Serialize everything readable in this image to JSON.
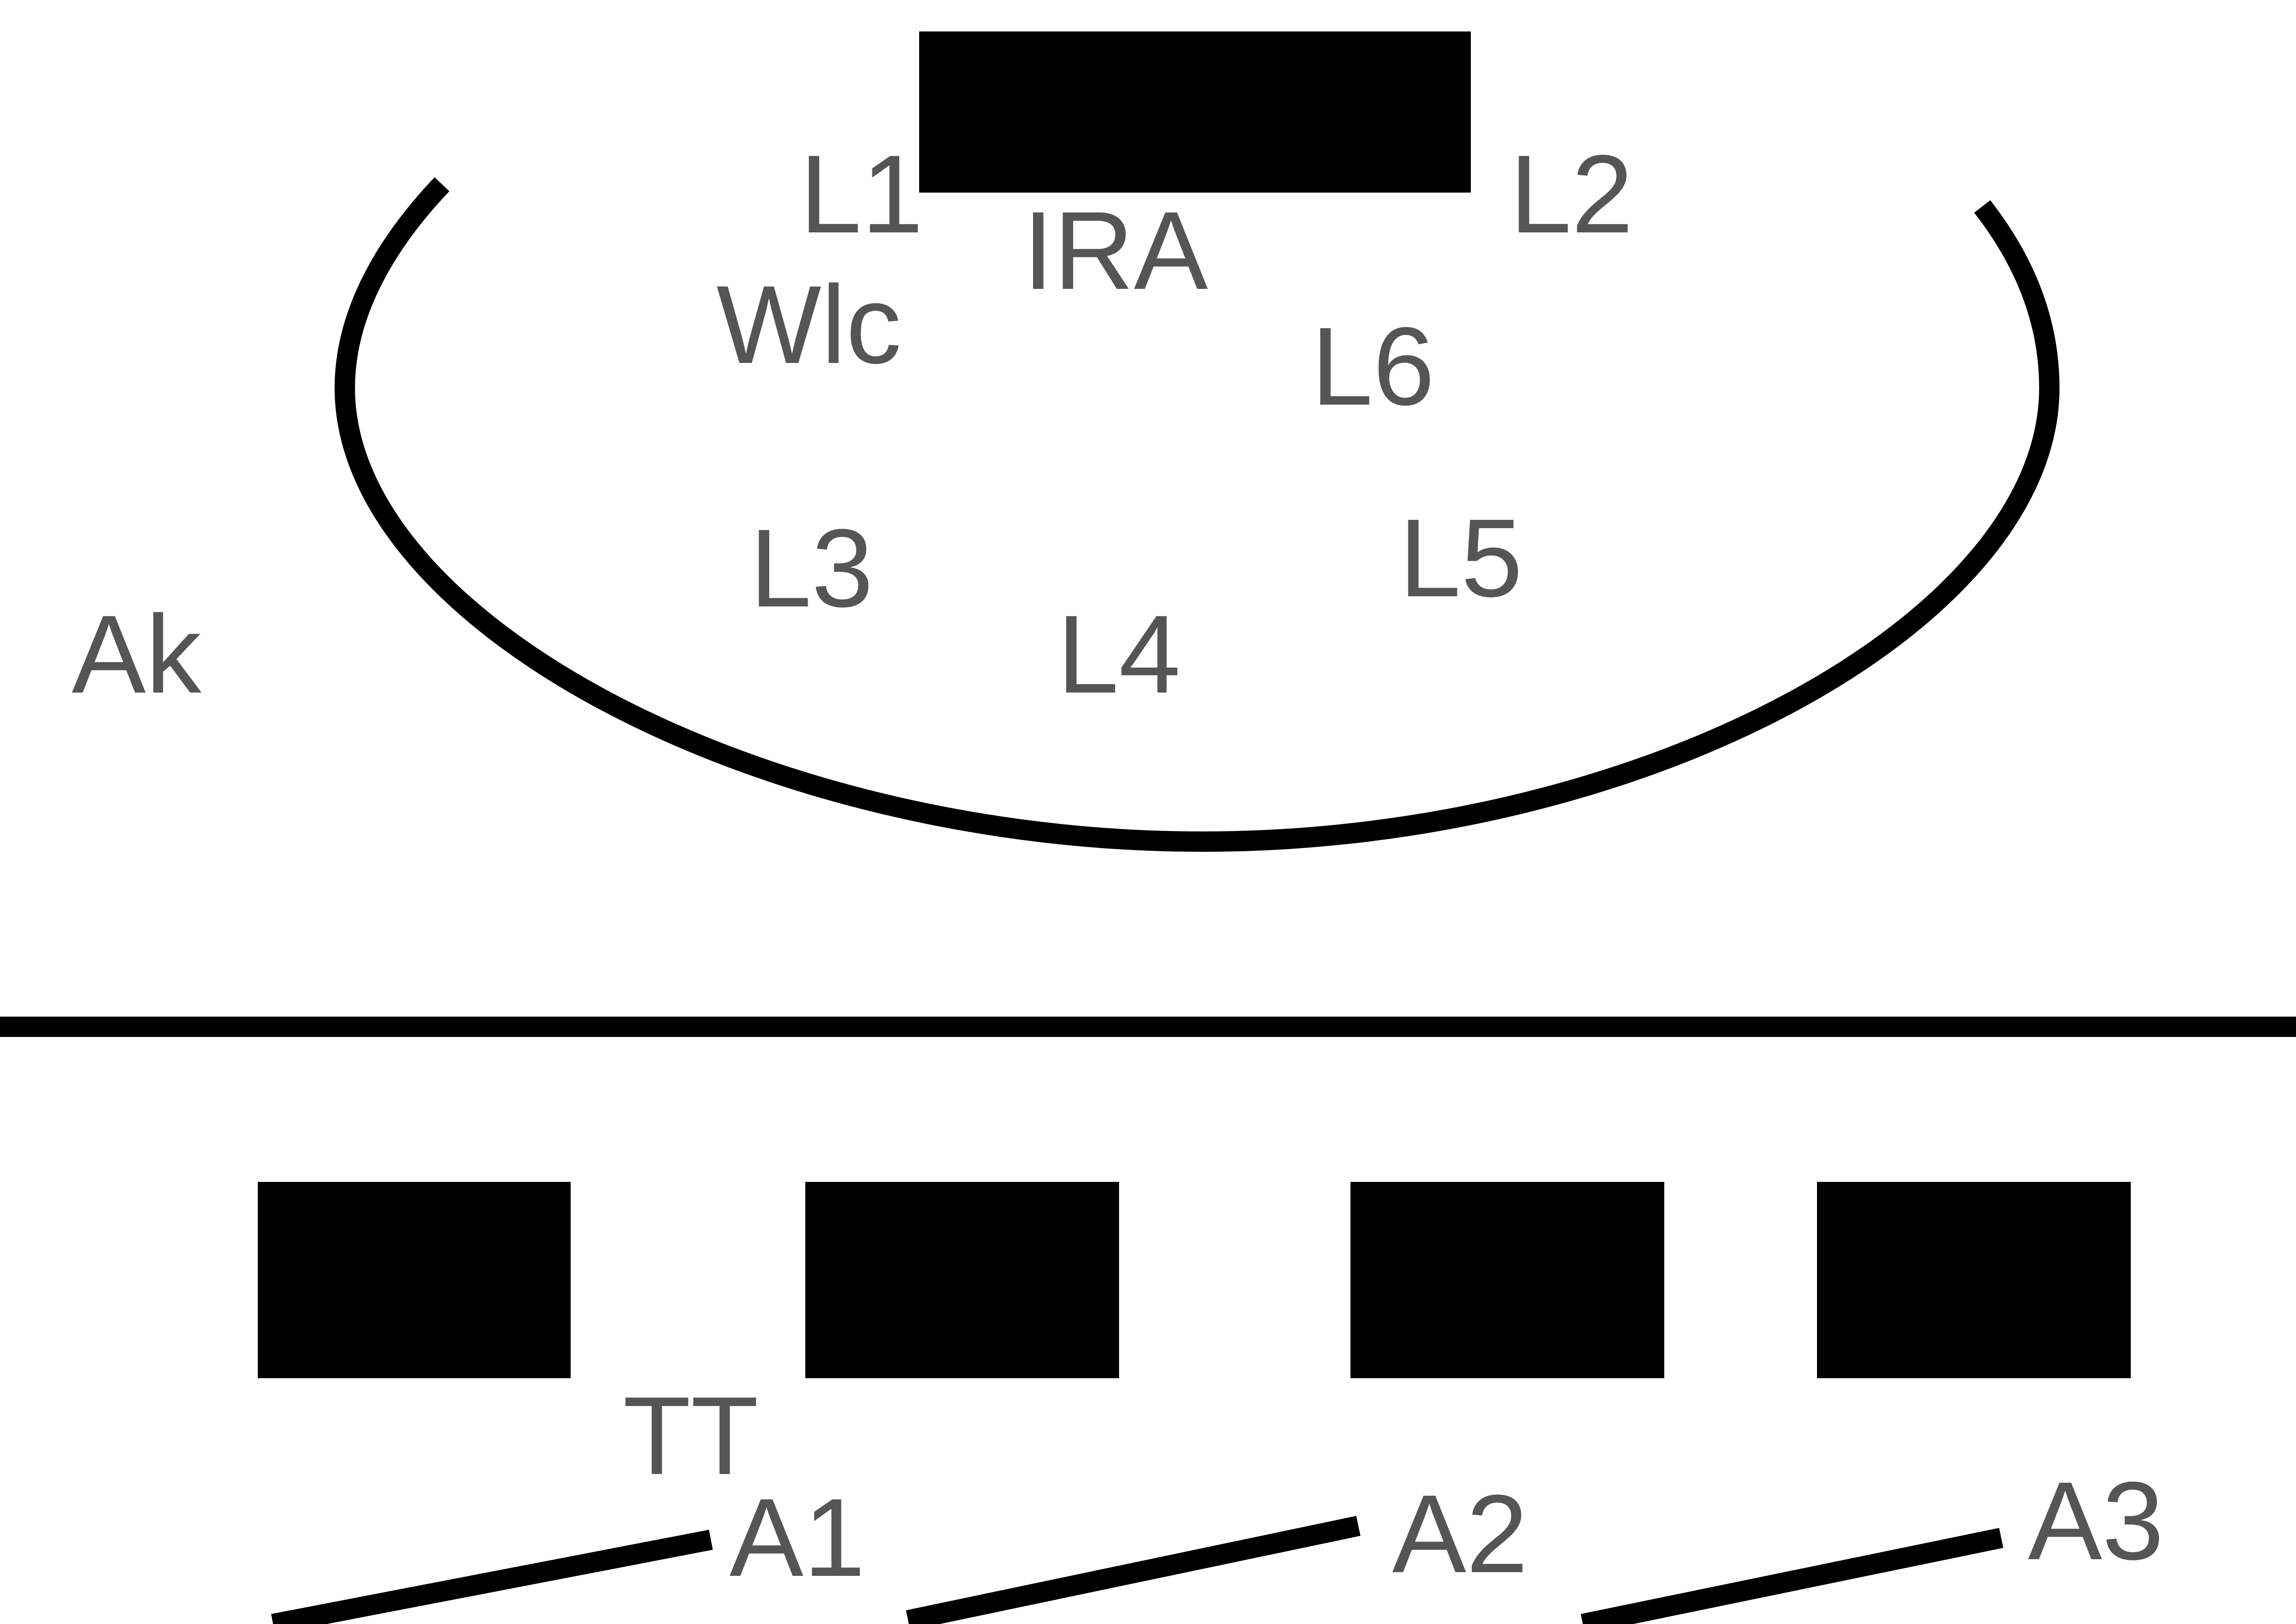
{
  "diagram": {
    "labels": {
      "l1": "L1",
      "l2": "L2",
      "ira": "IRA",
      "wlc": "Wlc",
      "l6": "L6",
      "l3": "L3",
      "l5": "L5",
      "l4": "L4",
      "ak": "Ak",
      "tt": "TT",
      "a1": "A1",
      "a2": "A2",
      "a3": "A3"
    },
    "colors": {
      "shape": "#000000",
      "label": "#555555",
      "background": "#ffffff"
    }
  }
}
